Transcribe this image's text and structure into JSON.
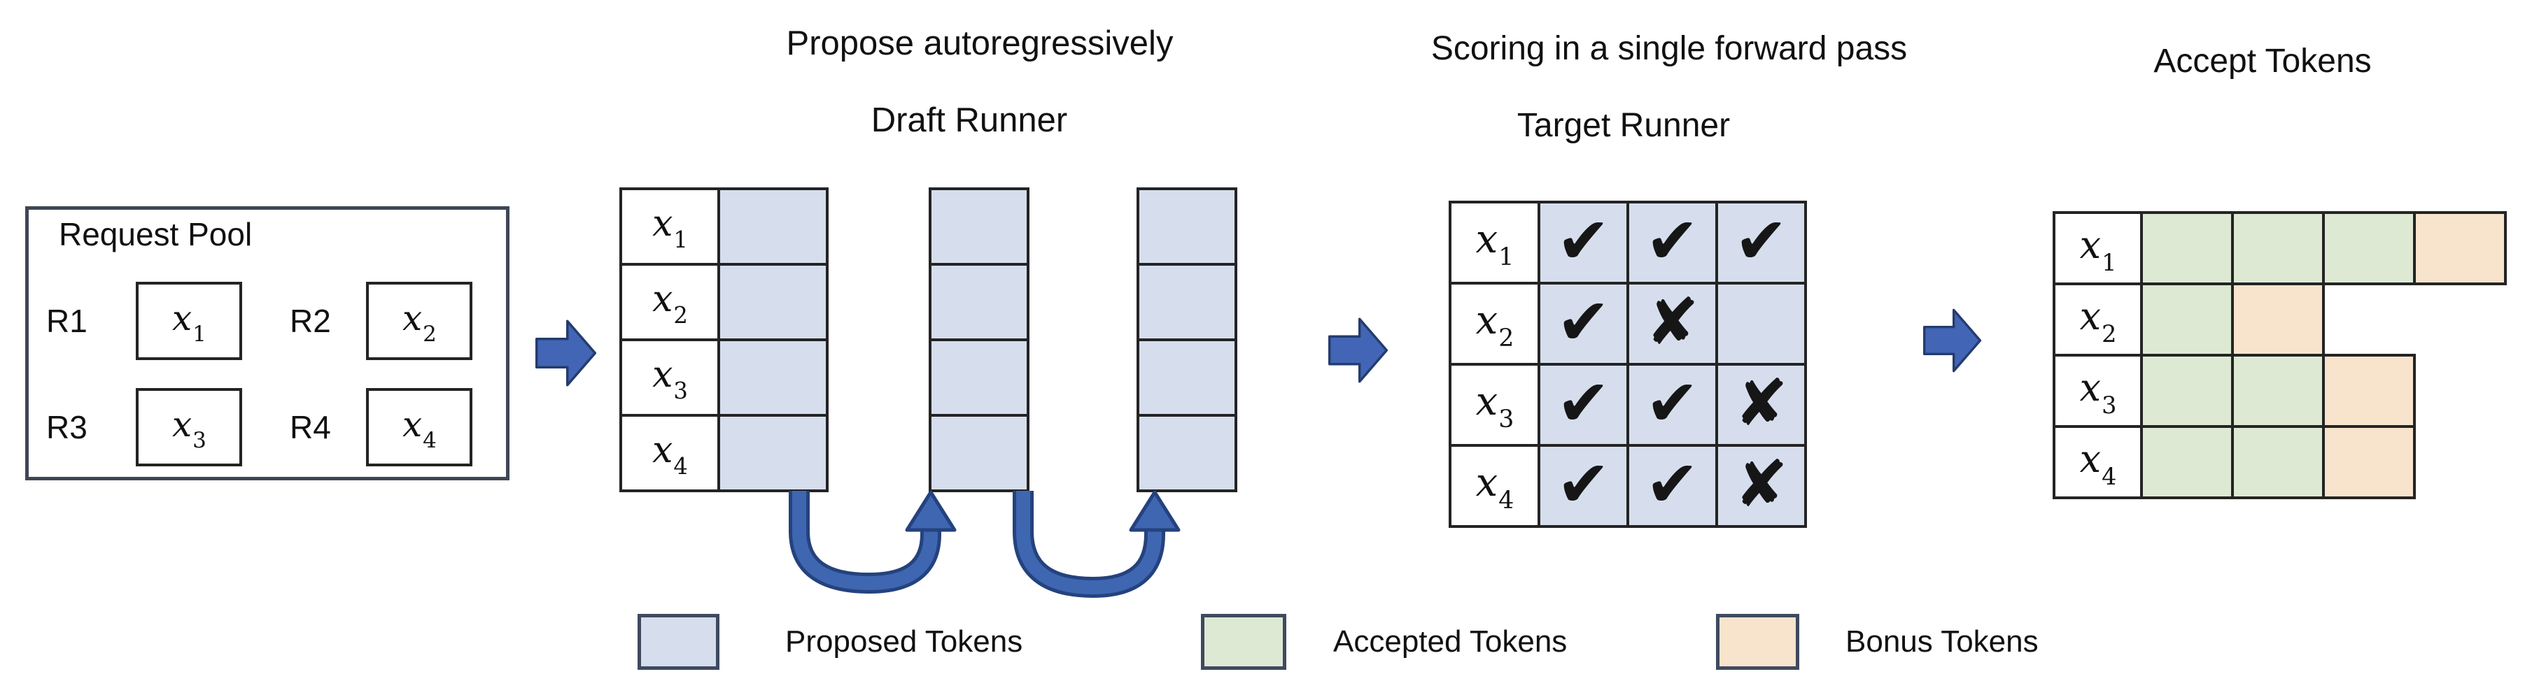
{
  "titles": {
    "propose": "Propose autoregressively",
    "draft": "Draft Runner",
    "scoring": "Scoring in a single forward pass",
    "target": "Target Runner",
    "accept": "Accept Tokens"
  },
  "request_pool": {
    "title": "Request Pool",
    "requests": [
      {
        "id": "R1",
        "token": {
          "base": "x",
          "sub": "1"
        }
      },
      {
        "id": "R2",
        "token": {
          "base": "x",
          "sub": "2"
        }
      },
      {
        "id": "R3",
        "token": {
          "base": "x",
          "sub": "3"
        }
      },
      {
        "id": "R4",
        "token": {
          "base": "x",
          "sub": "4"
        }
      }
    ]
  },
  "draft_runner": {
    "row_labels": [
      {
        "base": "x",
        "sub": "1"
      },
      {
        "base": "x",
        "sub": "2"
      },
      {
        "base": "x",
        "sub": "3"
      },
      {
        "base": "x",
        "sub": "4"
      }
    ],
    "proposal_columns": 3,
    "rows_per_column": 4
  },
  "target_runner": {
    "row_labels": [
      {
        "base": "x",
        "sub": "1"
      },
      {
        "base": "x",
        "sub": "2"
      },
      {
        "base": "x",
        "sub": "3"
      },
      {
        "base": "x",
        "sub": "4"
      }
    ],
    "scores": [
      [
        "check",
        "check",
        "check"
      ],
      [
        "check",
        "cross",
        "none"
      ],
      [
        "check",
        "check",
        "cross"
      ],
      [
        "check",
        "check",
        "cross"
      ]
    ]
  },
  "accept_tokens": {
    "row_labels": [
      {
        "base": "x",
        "sub": "1"
      },
      {
        "base": "x",
        "sub": "2"
      },
      {
        "base": "x",
        "sub": "3"
      },
      {
        "base": "x",
        "sub": "4"
      }
    ],
    "rows": [
      [
        "accepted",
        "accepted",
        "accepted",
        "bonus"
      ],
      [
        "accepted",
        "bonus"
      ],
      [
        "accepted",
        "accepted",
        "bonus"
      ],
      [
        "accepted",
        "accepted",
        "bonus"
      ]
    ]
  },
  "legend": {
    "items": [
      {
        "type": "proposed",
        "label": "Proposed Tokens"
      },
      {
        "type": "accepted",
        "label": "Accepted Tokens"
      },
      {
        "type": "bonus",
        "label": "Bonus Tokens"
      }
    ]
  },
  "glyphs": {
    "check": "✔",
    "cross": "✘",
    "none": ""
  },
  "colors": {
    "proposed": "#d6deee",
    "accepted": "#dde9d3",
    "bonus": "#f8e3cd",
    "arrow_fill": "#4265b5",
    "arrow_outline": "#243c6e",
    "curve_light": "#3f66b0",
    "curve_dark": "#24427e",
    "grid_border": "#242424",
    "text": "#111111"
  }
}
